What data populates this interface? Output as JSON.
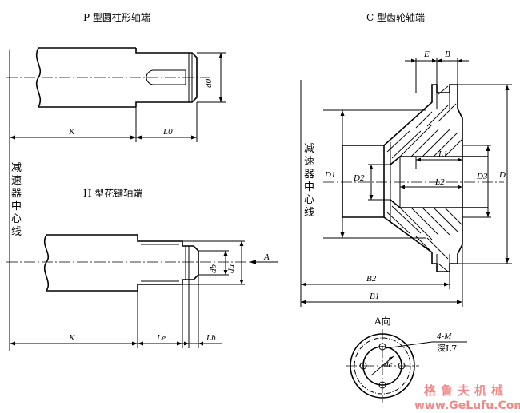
{
  "titles": {
    "p_type": "P 型圆柱形轴端",
    "c_type": "C 型齿轮轴端",
    "h_type": "H 型花键轴端",
    "a_view": "A向"
  },
  "side_label": [
    "减",
    "速",
    "器",
    "中",
    "心",
    "线"
  ],
  "p_dims": {
    "K": "K",
    "L0": "L0",
    "d0": "d0"
  },
  "h_dims": {
    "K": "K",
    "Le": "Le",
    "Lb": "Lb",
    "db": "db",
    "da": "da",
    "A": "A"
  },
  "c_dims": {
    "E": "E",
    "B": "B",
    "L1": "L1",
    "L2": "L2",
    "D1": "D1",
    "D2": "D2",
    "D3": "D3",
    "D": "D",
    "B1": "B1",
    "B2": "B2"
  },
  "a_view_note": {
    "line1": "4-M",
    "line2": "深L7",
    "dc": "dc"
  },
  "watermark": {
    "cn": "格鲁夫机械",
    "url": "www.GeLufu.Com"
  }
}
